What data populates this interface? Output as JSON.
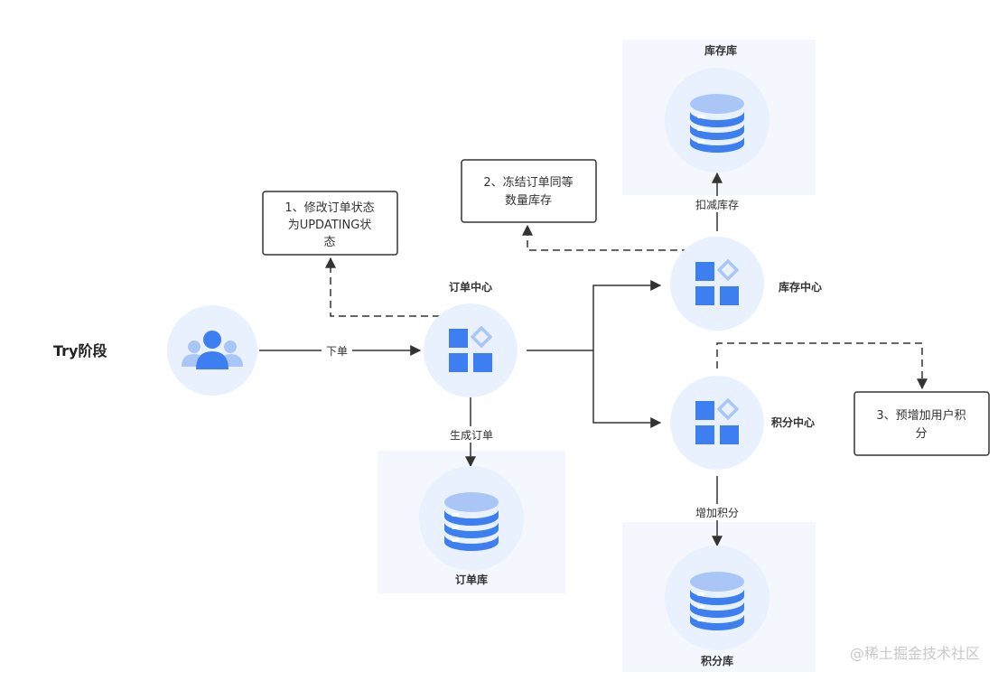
{
  "stage_label": "Try阶段",
  "nodes": {
    "user": {
      "icon": "users-icon"
    },
    "order_center": {
      "label": "订单中心",
      "icon": "app-grid-icon"
    },
    "inventory_center": {
      "label": "库存中心",
      "icon": "app-grid-icon"
    },
    "points_center": {
      "label": "积分中心",
      "icon": "app-grid-icon"
    },
    "order_db": {
      "label": "订单库",
      "icon": "database-icon"
    },
    "inventory_db": {
      "label": "库存库",
      "icon": "database-icon"
    },
    "points_db": {
      "label": "积分库",
      "icon": "database-icon"
    }
  },
  "edges": {
    "place_order": "下单",
    "create_order": "生成订单",
    "deduct_inventory": "扣减库存",
    "add_points": "增加积分"
  },
  "notes": {
    "note1": [
      "1、修改订单状态",
      "为UPDATING状",
      "态"
    ],
    "note2": [
      "2、冻结订单同等",
      "数量库存"
    ],
    "note3": [
      "3、预增加用户积",
      "分"
    ]
  },
  "watermark": "@稀土掘金技术社区",
  "colors": {
    "accent_blue": "#3d7ef0",
    "light_blue": "#a9c6f7",
    "circle_bg": "#e9f1fe",
    "panel_bg": "#f4f8fe",
    "line": "#333333"
  }
}
